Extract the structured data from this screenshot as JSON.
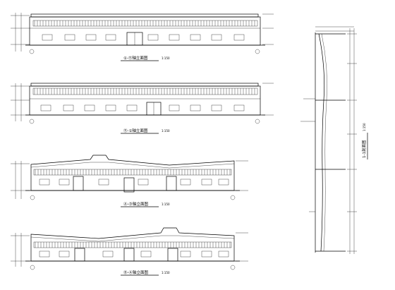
{
  "sheet": {
    "background": "#ffffff",
    "line_color": "#000000",
    "accent_green": "#2e8b2e"
  },
  "elevations": [
    {
      "id": "elev-1",
      "title": "①-⑪轴立面图",
      "scale": "1:150"
    },
    {
      "id": "elev-2",
      "title": "⑪-①轴立面图",
      "scale": "1:150"
    },
    {
      "id": "elev-3",
      "title": "Ⓐ-Ⓓ轴立面图",
      "scale": "1:150"
    },
    {
      "id": "elev-4",
      "title": "Ⓓ-Ⓐ轴立面图",
      "scale": "1:150"
    }
  ],
  "section": {
    "title": "1-1剖面图",
    "scale": "1:150"
  }
}
